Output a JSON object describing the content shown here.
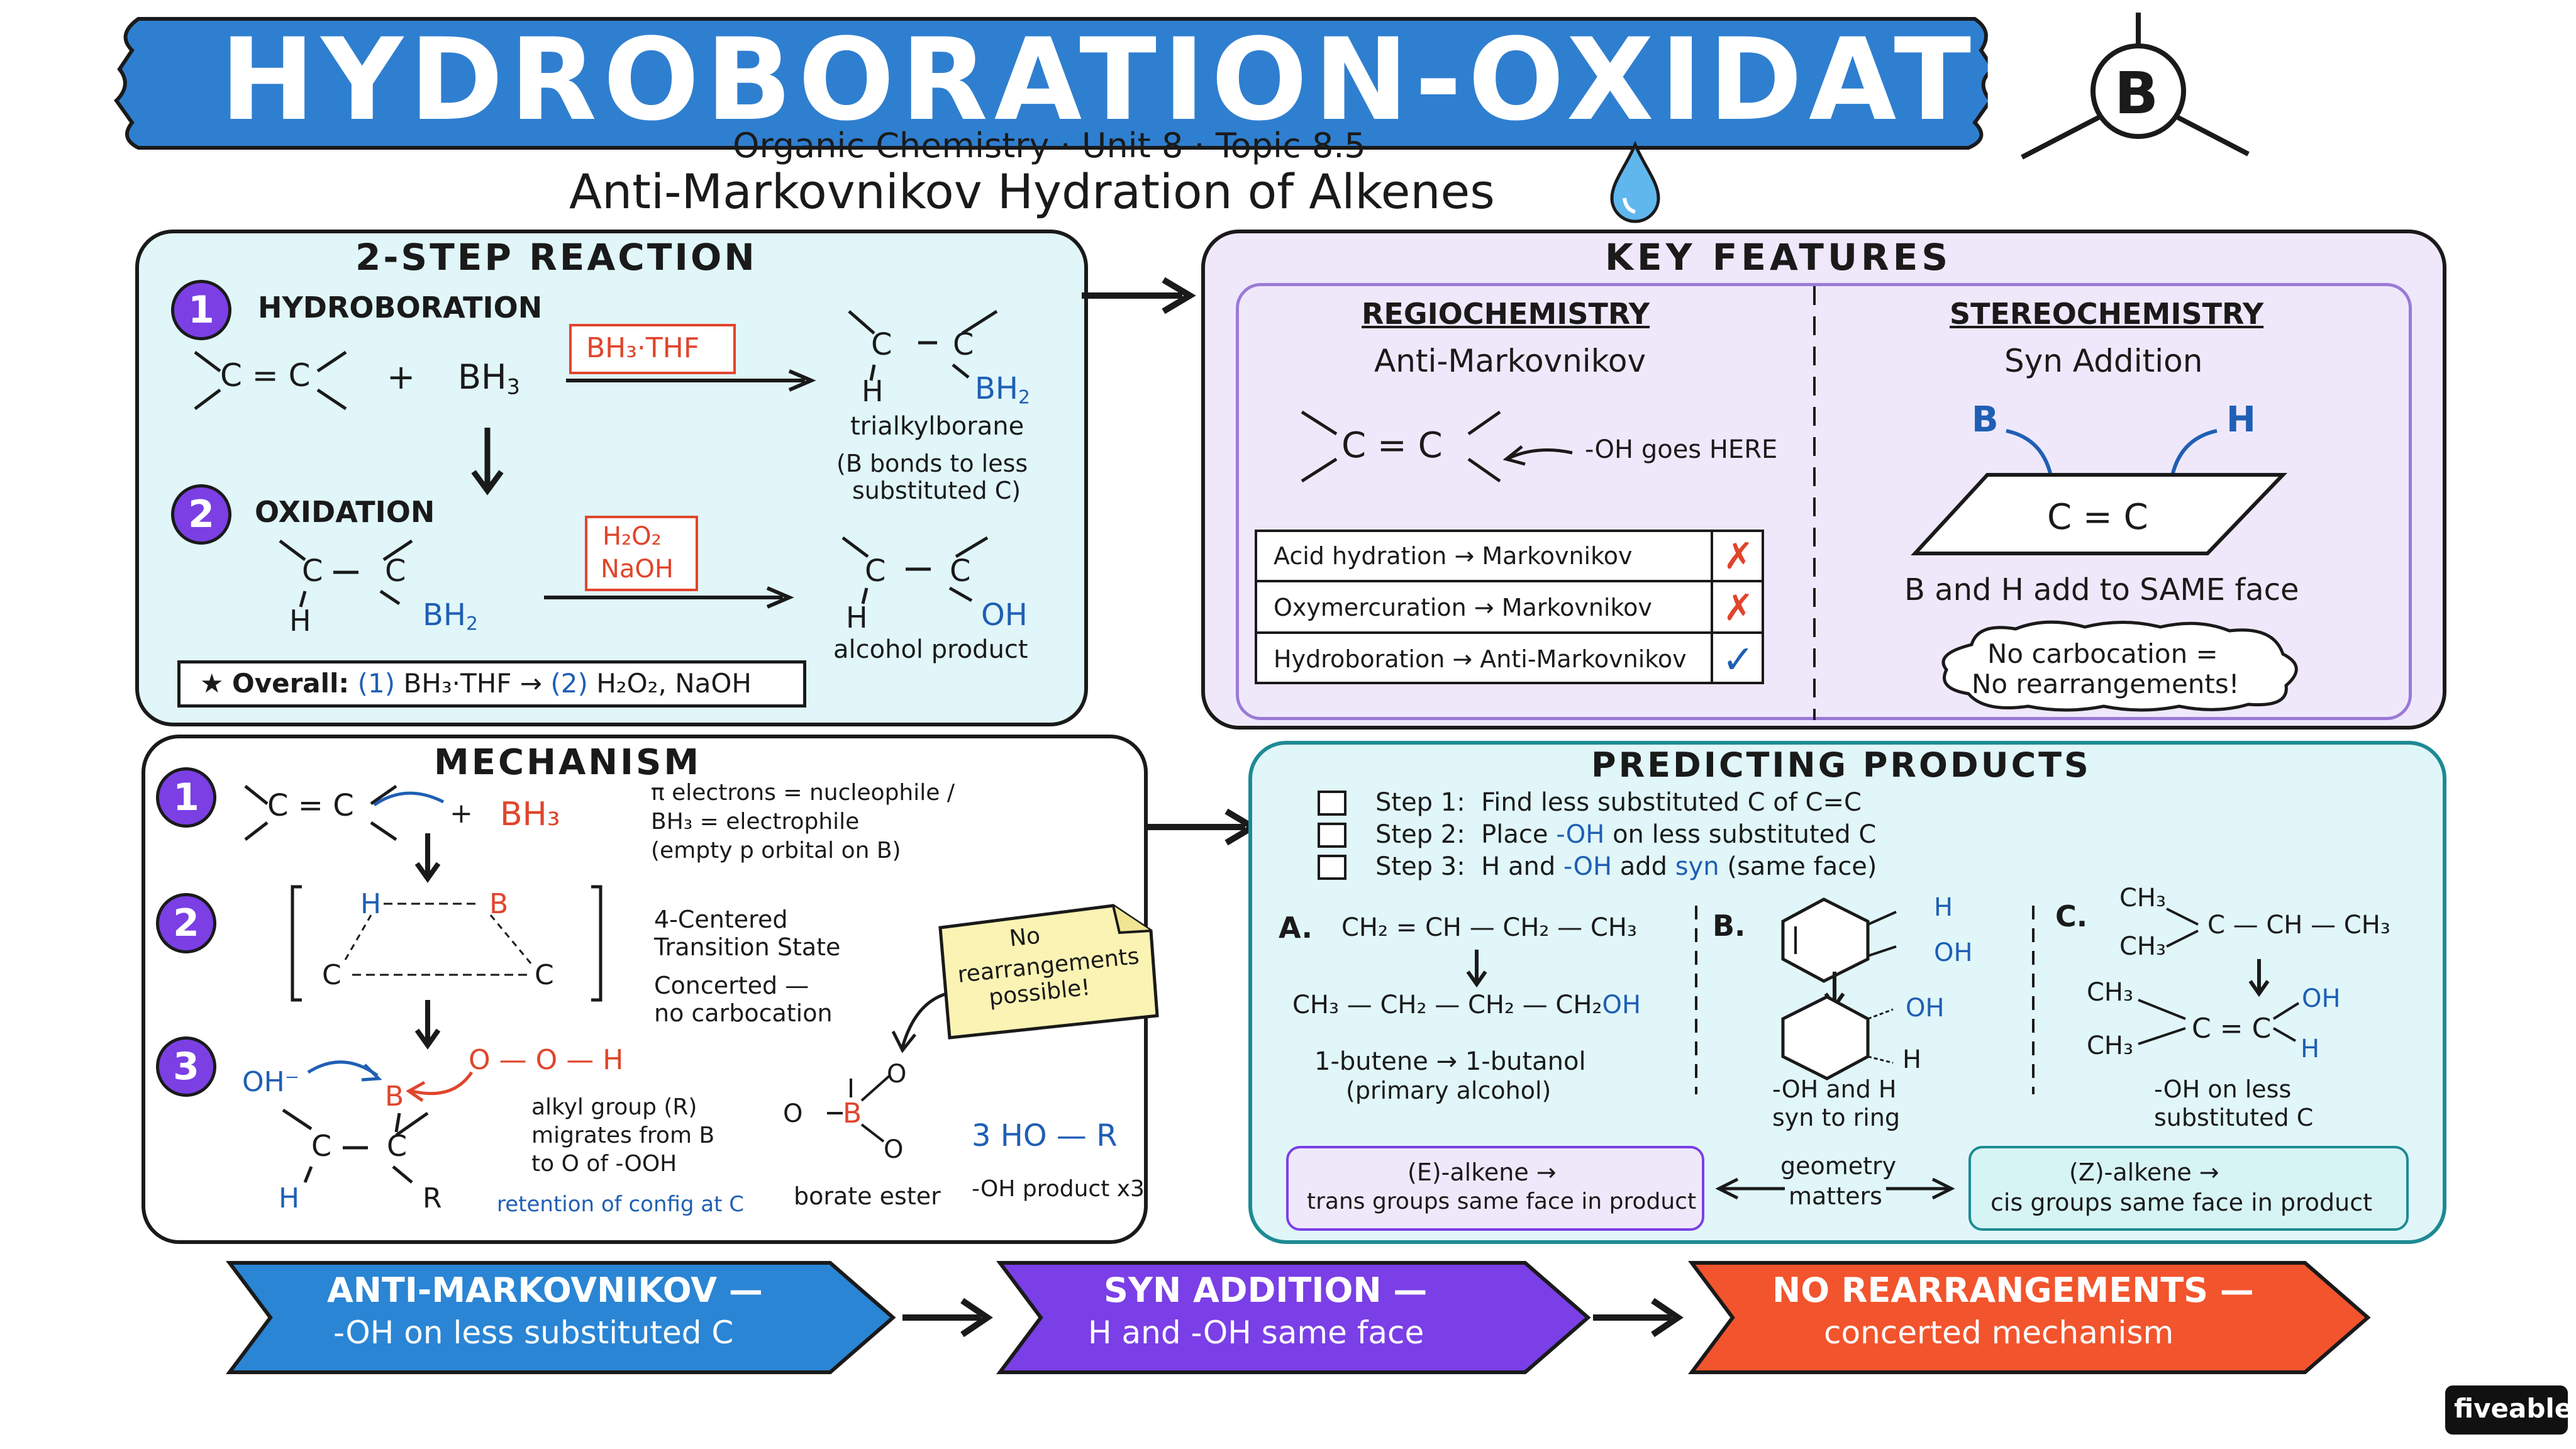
{
  "header": {
    "title": "HYDROBORATION-OXIDATION",
    "subtitle": "Organic Chemistry · Unit 8 · Topic 8.5",
    "tagline": "Anti-Markovnikov Hydration of Alkenes",
    "borane_label": "B"
  },
  "colors": {
    "title_banner": "#2f7fd0",
    "panel_light_blue": "#e0f6f9",
    "panel_lavender": "#efe8fb",
    "accent_purple": "#7b3fe4",
    "accent_blue": "#1f5fb4",
    "accent_red": "#e0452c",
    "sticky_note": "#fbf3b3",
    "banner_blue": "#2a85d4",
    "banner_purple": "#7a3fe6",
    "banner_orange": "#f2542d"
  },
  "two_step": {
    "title": "2-STEP REACTION",
    "step1": {
      "num": "1",
      "label": "HYDROBORATION",
      "alkene": "C = C",
      "plus": "+",
      "reagent": "BH",
      "reagent_sub": "3",
      "arrow_reagent": "BH₃·THF",
      "product_c1": "C",
      "product_c2": "C",
      "product_h": "H",
      "product_b": "BH",
      "product_b_sub": "2",
      "product_name": "trialkylborane",
      "product_note_1": "(B bonds to less",
      "product_note_2": "substituted C)"
    },
    "step2": {
      "num": "2",
      "label": "OXIDATION",
      "reactant_c1": "C",
      "reactant_c2": "C",
      "reactant_h": "H",
      "reactant_b": "BH",
      "reactant_b_sub": "2",
      "reagent_1": "H₂O₂",
      "reagent_2": "NaOH",
      "product_c1": "C",
      "product_c2": "C",
      "product_h": "H",
      "product_oh": "OH",
      "product_name": "alcohol product"
    },
    "overall": {
      "star": "★",
      "label": "Overall:",
      "s1": "(1)",
      "r1": "BH₃·THF →",
      "s2": "(2)",
      "r2": "H₂O₂, NaOH"
    }
  },
  "key_features": {
    "title": "KEY FEATURES",
    "regio": {
      "title": "REGIOCHEMISTRY",
      "subtitle": "Anti-Markovnikov",
      "alkene": "C = C",
      "pointer": "-OH goes HERE",
      "table": [
        {
          "left": "Acid hydration",
          "right": "Markovnikov",
          "mark": "✗"
        },
        {
          "left": "Oxymercuration",
          "right": "Markovnikov",
          "mark": "✗"
        },
        {
          "left": "Hydroboration",
          "right": "Anti-Markovnikov",
          "mark": "✓"
        }
      ]
    },
    "stereo": {
      "title": "STEREOCHEMISTRY",
      "subtitle": "Syn Addition",
      "b": "B",
      "h": "H",
      "alkene": "C = C",
      "caption": "B and H add to SAME face",
      "cloud_1": "No carbocation =",
      "cloud_2": "No rearrangements!"
    }
  },
  "mechanism": {
    "title": "MECHANISM",
    "step1": {
      "num": "1",
      "alkene": "C = C",
      "plus": "+",
      "reagent": "BH₃",
      "note_1": "π electrons = nucleophile /",
      "note_2": "BH₃ = electrophile",
      "note_3": "(empty p orbital on B)"
    },
    "step2": {
      "num": "2",
      "h": "H",
      "b": "B",
      "c1": "C",
      "c2": "C",
      "note_1": "4-Centered",
      "note_2": "Transition State",
      "note_3": "Concerted —",
      "note_4": "no carbocation"
    },
    "step3": {
      "num": "3",
      "oh": "OH⁻",
      "b": "B",
      "peroxide": "O — O — H",
      "c1": "C",
      "c2": "C",
      "h": "H",
      "r": "R",
      "note_1": "alkyl group (R)",
      "note_2": "migrates from B",
      "note_3": "to O of -OOH",
      "retention": "retention of config at C",
      "borate_o1": "O",
      "borate_o2": "O",
      "borate_o3": "O",
      "borate_b": "B",
      "borate_label": "borate ester",
      "product": "3  HO — R",
      "product_label": "-OH product x3"
    },
    "sticky_1": "No",
    "sticky_2": "rearrangements",
    "sticky_3": "possible!"
  },
  "predicting": {
    "title": "PREDICTING PRODUCTS",
    "steps": [
      {
        "label": "Step 1:",
        "text": "Find less substituted C of C=C"
      },
      {
        "label": "Step 2:",
        "text_a": "Place",
        "text_b": "-OH",
        "text_c": "on less substituted C"
      },
      {
        "label": "Step 3:",
        "text_a": "H and",
        "text_b": "-OH",
        "text_c": "add",
        "text_d": "syn",
        "text_e": "(same face)"
      }
    ],
    "example_a": {
      "letter": "A.",
      "reactant": "CH₂ = CH — CH₂ — CH₃",
      "product_a": "CH₃ — CH₂ — CH₂ — CH₂",
      "product_b": "OH",
      "names": "1-butene  →  1-butanol",
      "note": "(primary alcohol)"
    },
    "example_b": {
      "letter": "B.",
      "h": "H",
      "oh": "OH",
      "oh2": "OH",
      "h2": "H",
      "note_1": "-OH and H",
      "note_2": "syn to ring"
    },
    "example_c": {
      "letter": "C.",
      "r1": "CH₃",
      "r2": "CH₃",
      "chain": "C — CH — CH₃",
      "p1": "CH₃",
      "p2": "CH₃",
      "pc": "C = C",
      "poh": "OH",
      "ph": "H",
      "note_1": "-OH on less",
      "note_2": "substituted C"
    },
    "e_box_1": "(E)-alkene →",
    "e_box_2": "trans groups same face in product",
    "geom_1": "geometry",
    "geom_2": "matters",
    "z_box_1": "(Z)-alkene →",
    "z_box_2": "cis groups same face in product"
  },
  "banners": [
    {
      "line1": "ANTI-MARKOVNIKOV —",
      "line2": "-OH on less substituted C"
    },
    {
      "line1": "SYN ADDITION —",
      "line2": "H and -OH same face"
    },
    {
      "line1": "NO REARRANGEMENTS —",
      "line2": "concerted mechanism"
    }
  ],
  "brand": "fiveable"
}
